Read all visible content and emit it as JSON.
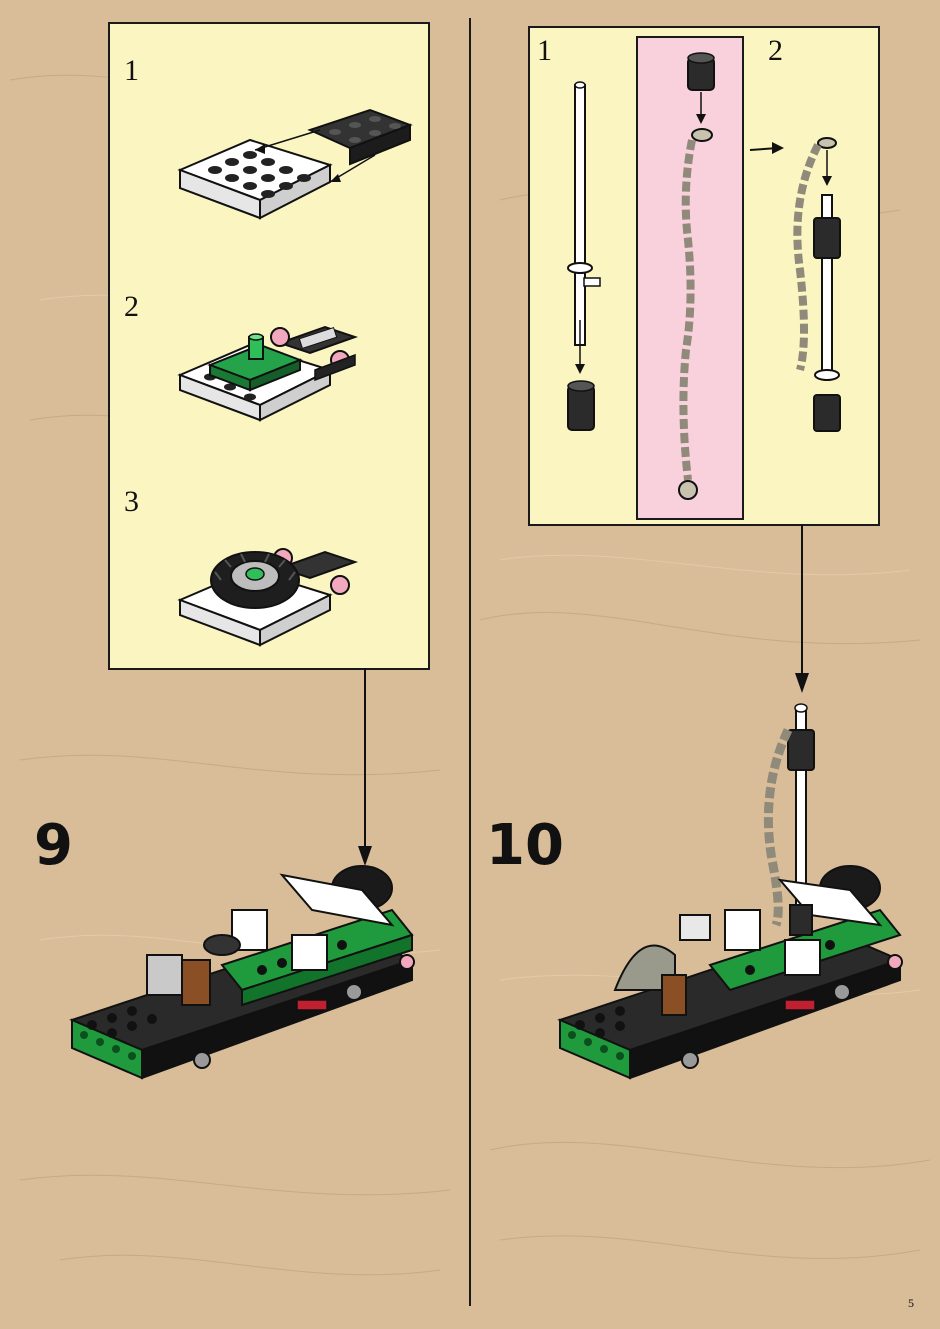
{
  "page": {
    "number": "5"
  },
  "step9": {
    "number": "9",
    "callout": {
      "substeps": [
        {
          "label": "1",
          "icon": "plate-with-hinge-icon"
        },
        {
          "label": "2",
          "icon": "plate-with-green-tile-icon"
        },
        {
          "label": "3",
          "icon": "plate-with-wheel-icon"
        }
      ]
    },
    "model_icon": "green-vehicle-model-icon"
  },
  "step10": {
    "number": "10",
    "callout": {
      "substeps": [
        {
          "label": "1",
          "icon": "white-bar-with-cylinder-icon"
        },
        {
          "label": "2",
          "icon": "chain-assembly-icon"
        }
      ]
    },
    "model_icon": "green-vehicle-with-pole-icon"
  },
  "colors": {
    "background": "#d8bd98",
    "callout": "#fbf5c2",
    "highlight": "#f9d1dc",
    "brick_green": "#1f9a3c",
    "brick_black": "#222222",
    "brick_white": "#ffffff"
  }
}
